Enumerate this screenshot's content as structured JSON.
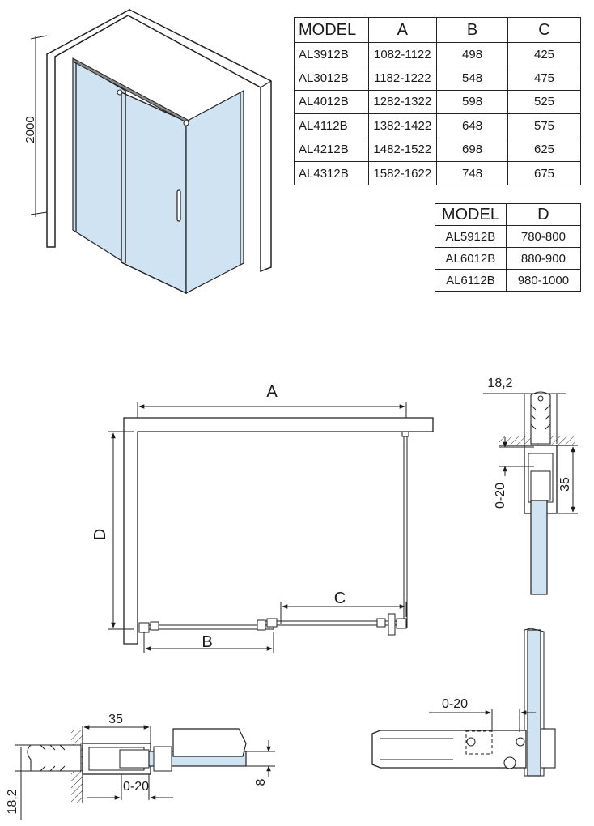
{
  "table_main": {
    "headers": [
      "MODEL",
      "A",
      "B",
      "C"
    ],
    "rows": [
      [
        "AL3912B",
        "1082-1122",
        "498",
        "425"
      ],
      [
        "AL3012B",
        "1182-1222",
        "548",
        "475"
      ],
      [
        "AL4012B",
        "1282-1322",
        "598",
        "525"
      ],
      [
        "AL4112B",
        "1382-1422",
        "648",
        "575"
      ],
      [
        "AL4212B",
        "1482-1522",
        "698",
        "625"
      ],
      [
        "AL4312B",
        "1582-1622",
        "748",
        "675"
      ]
    ]
  },
  "table_side": {
    "headers": [
      "MODEL",
      "D"
    ],
    "rows": [
      [
        "AL5912B",
        "780-800"
      ],
      [
        "AL6012B",
        "880-900"
      ],
      [
        "AL6112B",
        "980-1000"
      ]
    ]
  },
  "iso_view": {
    "height_label": "2000",
    "glass_color": "#cfe3f3"
  },
  "plan_view": {
    "label_a": "A",
    "label_b": "B",
    "label_c": "C",
    "label_d": "D"
  },
  "detail_wall_profile": {
    "width_label": "18,2",
    "adjust_label": "0-20",
    "depth_label": "35"
  },
  "detail_bottom_left": {
    "width_label": "35",
    "adjust_label": "0-20",
    "glass_label": "8",
    "height_label": "18,2"
  },
  "detail_corner": {
    "adjust_label": "0-20"
  }
}
